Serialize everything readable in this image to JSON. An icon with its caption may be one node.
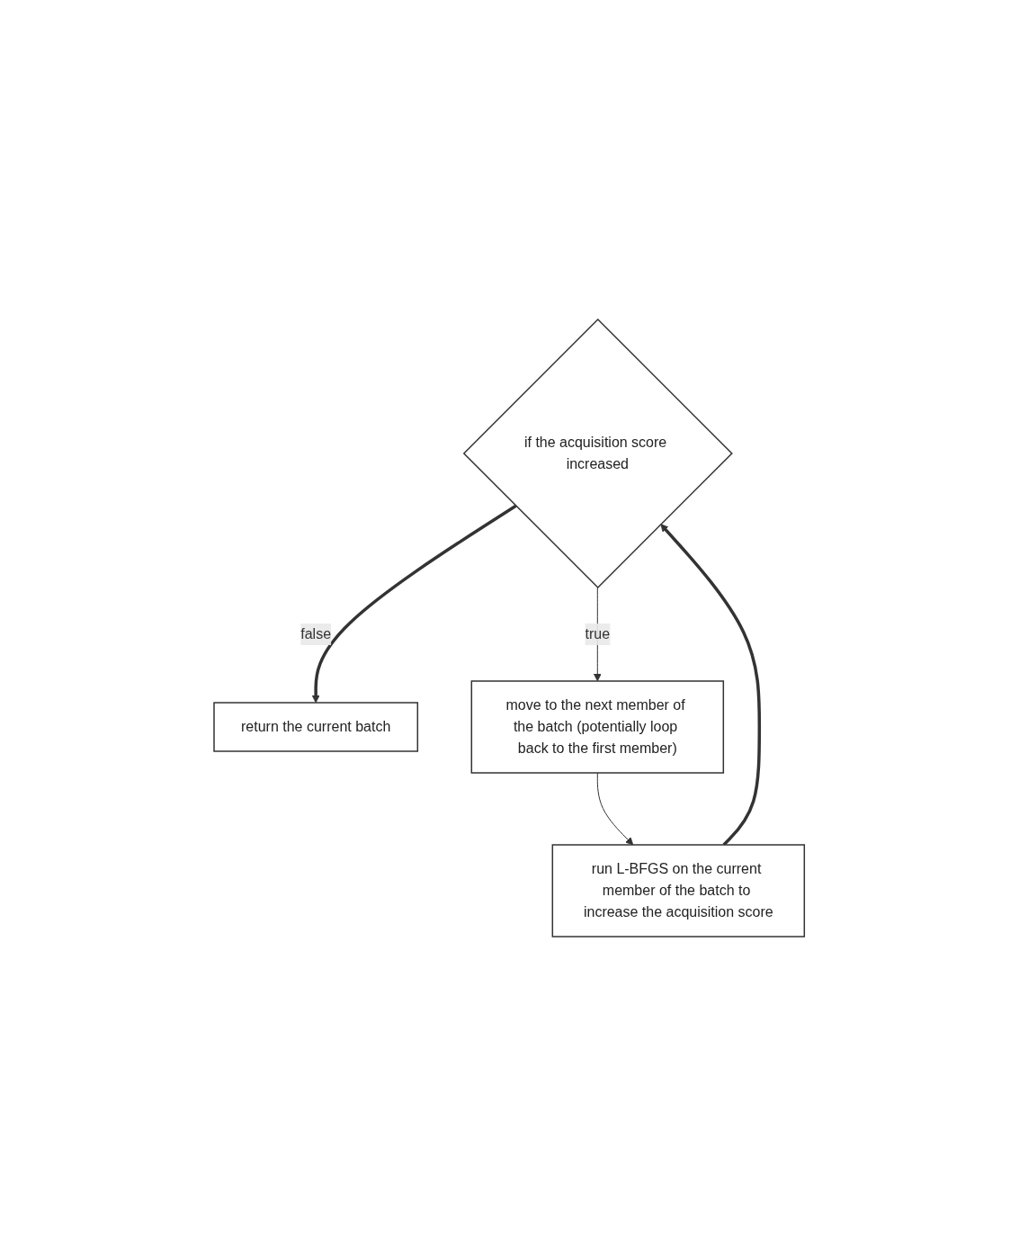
{
  "diagram": {
    "nodes": [
      {
        "text": [
          "if the acquisition score increased"
        ]
      },
      {
        "text": [
          "return the current batch"
        ]
      },
      {
        "text": [
          "move to the next member of the batch (potentially loop back to the first member)"
        ]
      },
      {
        "text": [
          "run L-BFGS on the current member of the batch to increase the acquisition score"
        ]
      }
    ],
    "edges": [
      {
        "from": 0,
        "to": 1,
        "arrow": "to",
        "label": "false",
        "style": "thick"
      },
      {
        "from": 0,
        "to": 2,
        "arrow": "to",
        "label": "true"
      },
      {
        "from": 2,
        "to": 3,
        "arrow": "to"
      },
      {
        "from": 3,
        "to": 0,
        "arrow": "to",
        "style": "thick"
      }
    ]
  }
}
